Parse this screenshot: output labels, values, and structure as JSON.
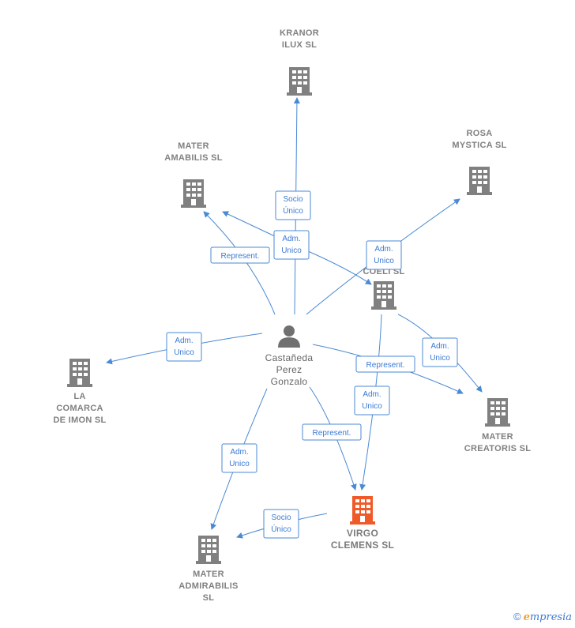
{
  "colors": {
    "edge": "#4a8ad4",
    "company": "#808080",
    "highlight": "#f05a28",
    "person": "#707070"
  },
  "nodes": [
    {
      "id": "kranor",
      "lines": [
        "KRANOR",
        "ILUX  SL"
      ],
      "type": "company",
      "icon": "building-icon"
    },
    {
      "id": "mater_amabilis",
      "lines": [
        "MATER",
        "AMABILIS  SL"
      ],
      "type": "company",
      "icon": "building-icon"
    },
    {
      "id": "rosa_mystica",
      "lines": [
        "ROSA",
        "MYSTICA SL"
      ],
      "type": "company",
      "icon": "building-icon"
    },
    {
      "id": "coeli",
      "lines": [
        "COELI SL"
      ],
      "type": "company",
      "icon": "building-icon"
    },
    {
      "id": "la_comarca",
      "lines": [
        "LA",
        "COMARCA",
        "DE IMON  SL"
      ],
      "type": "company",
      "icon": "building-icon"
    },
    {
      "id": "person",
      "lines": [
        "Castañeda",
        "Perez",
        "Gonzalo"
      ],
      "type": "person",
      "icon": "person-icon"
    },
    {
      "id": "mater_creatoris",
      "lines": [
        "MATER",
        "CREATORIS  SL"
      ],
      "type": "company",
      "icon": "building-icon"
    },
    {
      "id": "virgo",
      "lines": [
        "VIRGO",
        "CLEMENS  SL"
      ],
      "type": "highlight",
      "icon": "building-icon"
    },
    {
      "id": "mater_admirabilis",
      "lines": [
        "MATER",
        "ADMIRABILIS",
        "SL"
      ],
      "type": "company",
      "icon": "building-icon"
    }
  ],
  "edges": [
    {
      "from": "person",
      "to": "kranor",
      "label": [
        "Socio",
        "Único"
      ]
    },
    {
      "from": "person",
      "to": "mater_amabilis",
      "label": [
        "Represent."
      ]
    },
    {
      "from": "person",
      "to": "mater_amabilis",
      "label": [
        "Adm.",
        "Unico"
      ]
    },
    {
      "from": "person",
      "to": "coeli",
      "label": []
    },
    {
      "from": "person",
      "to": "rosa_mystica",
      "label": [
        "Adm.",
        "Unico"
      ]
    },
    {
      "from": "person",
      "to": "la_comarca",
      "label": [
        "Adm.",
        "Unico"
      ]
    },
    {
      "from": "person",
      "to": "mater_creatoris",
      "label": [
        "Represent."
      ]
    },
    {
      "from": "coeli",
      "to": "mater_creatoris",
      "label": [
        "Adm.",
        "Unico"
      ]
    },
    {
      "from": "coeli",
      "to": "virgo",
      "label": [
        "Adm.",
        "Unico"
      ]
    },
    {
      "from": "person",
      "to": "virgo",
      "label": [
        "Represent."
      ]
    },
    {
      "from": "person",
      "to": "mater_admirabilis",
      "label": [
        "Adm.",
        "Unico"
      ]
    },
    {
      "from": "virgo",
      "to": "mater_admirabilis",
      "label": [
        "Socio",
        "Único"
      ]
    }
  ],
  "footer": {
    "copyright": "©",
    "brand_initial": "e",
    "brand_rest": "mpresia"
  }
}
